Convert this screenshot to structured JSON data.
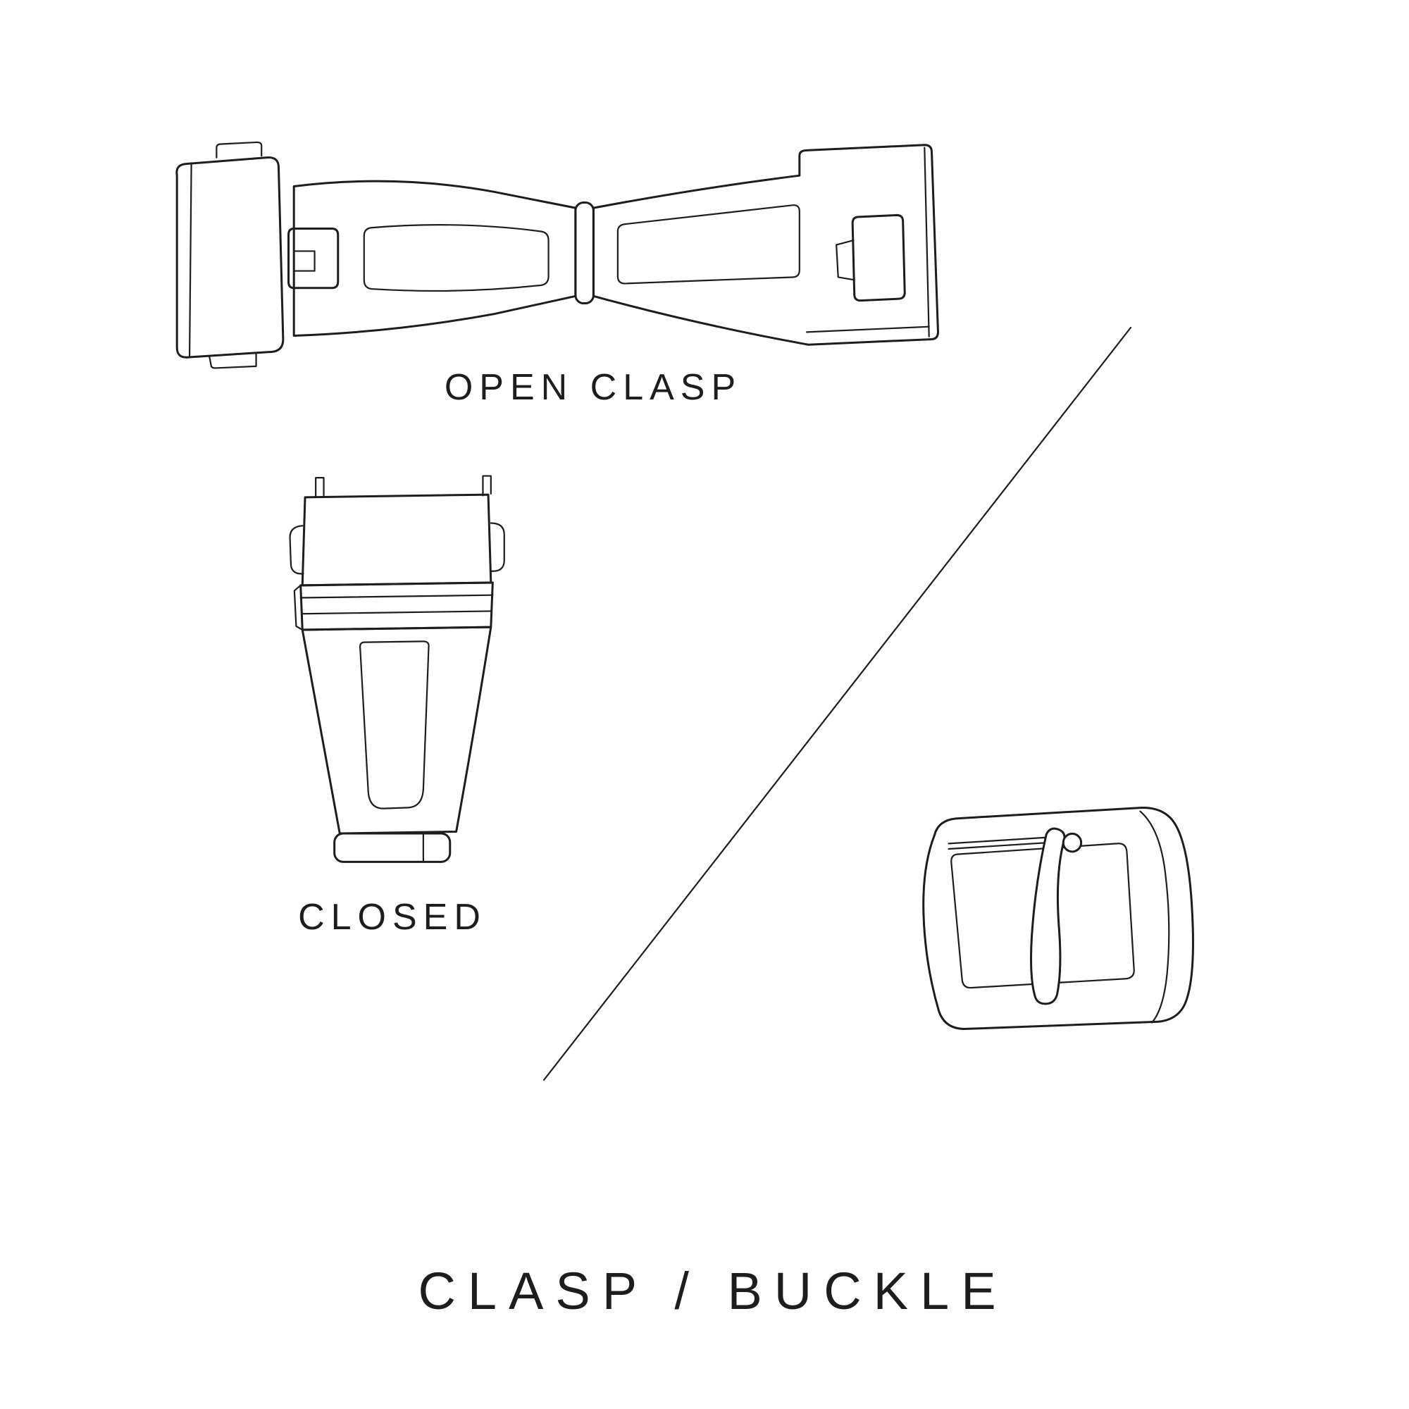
{
  "colors": {
    "ink": "#1d1d1d",
    "bg": "#ffffff"
  },
  "diagram": {
    "title": "CLASP / BUCKLE",
    "figures": [
      {
        "id": "open-clasp",
        "illustration": "open-deployant-clasp-line-drawing",
        "label": "OPEN CLASP"
      },
      {
        "id": "closed-clasp",
        "illustration": "closed-deployant-clasp-line-drawing",
        "label": "CLOSED"
      },
      {
        "id": "pin-buckle",
        "illustration": "pin-buckle-line-drawing",
        "label": ""
      }
    ],
    "divider": "diagonal-separator-line"
  }
}
